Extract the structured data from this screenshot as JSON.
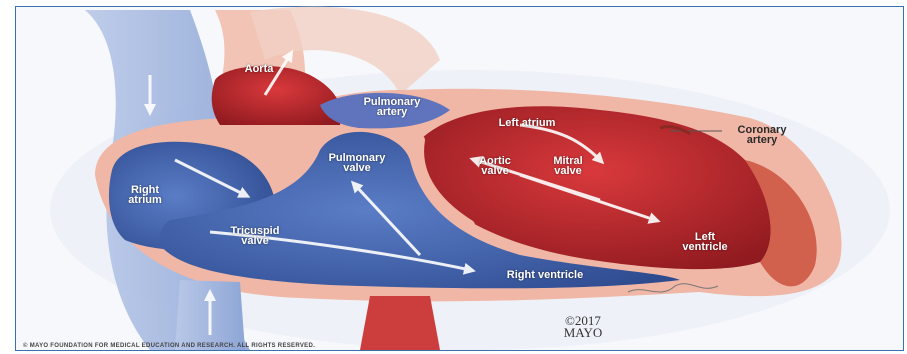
{
  "labels": {
    "aorta": "Aorta",
    "pulmonary_artery": "Pulmonary\nartery",
    "left_atrium": "Left atrium",
    "coronary_artery": "Coronary\nartery",
    "pulmonary_valve": "Pulmonary\nvalve",
    "aortic_valve": "Aortic\nvalve",
    "mitral_valve": "Mitral\nvalve",
    "right_atrium": "Right\natrium",
    "tricuspid_valve": "Tricuspid\nvalve",
    "left_ventricle": "Left\nventricle",
    "right_ventricle": "Right ventricle"
  },
  "copyright": "©2017\nMAYO",
  "footer": "© MAYO FOUNDATION FOR MEDICAL EDUCATION AND RESEARCH. ALL RIGHTS RESERVED.",
  "colors": {
    "frame_border": "#3a6fb0",
    "oxygen_poor_blue": "#3f5fa8",
    "oxygen_rich_red": "#b8242a",
    "heart_wall": "#f0b7a6",
    "arrow": "#ffffff"
  }
}
